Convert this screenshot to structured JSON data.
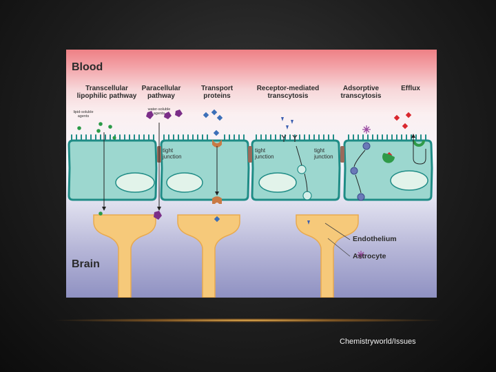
{
  "figure": {
    "regions": {
      "top": "Blood",
      "bottom": "Brain"
    },
    "pathways": [
      {
        "label": "Transcellular lipophilic pathway",
        "sublabel": "lipid-soluble agents"
      },
      {
        "label": "Paracellular pathway",
        "sublabel": "water-soluble agents"
      },
      {
        "label": "Transport proteins"
      },
      {
        "label": "Receptor-mediated transcytosis"
      },
      {
        "label": "Adsorptive transcytosis"
      },
      {
        "label": "Efflux"
      }
    ],
    "junction_labels": [
      "tight junction",
      "tight junction",
      "tight junction"
    ],
    "legend": {
      "endothelium": "Endothelium",
      "astrocyte": "Astrocyte"
    },
    "colors": {
      "blood": "#ee8085",
      "brain": "#8f91c2",
      "endothelial_cell": "#9cd7cf",
      "cell_outline": "#1f8c86",
      "nucleus": "#e2f3ea",
      "astrocyte": "#f6c97a",
      "lipid_agent": "#2a9a47",
      "water_agent": "#7b2e88",
      "transport_substrate": "#3c6fb8",
      "transporter": "#c97a45",
      "efflux_substrate": "#d9272e",
      "efflux_pump": "#2f9a48"
    }
  },
  "credit": "Chemistryworld/Issues"
}
